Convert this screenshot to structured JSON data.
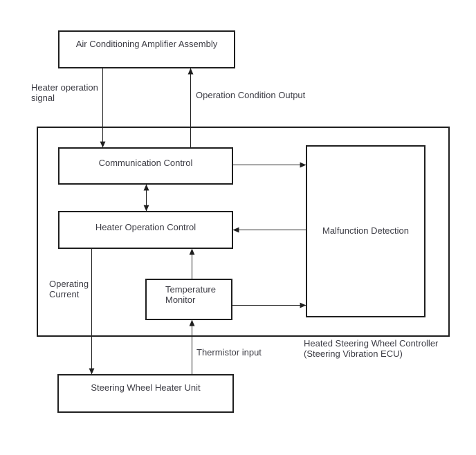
{
  "diagram": {
    "boxes": {
      "air_conditioning_amplifier": {
        "label": "Air Conditioning Amplifier Assembly"
      },
      "communication_control": {
        "label": "Communication Control"
      },
      "heater_operation_control": {
        "label": "Heater Operation Control"
      },
      "malfunction_detection": {
        "label": "Malfunction Detection"
      },
      "temperature_monitor": {
        "label": "Temperature\nMonitor"
      },
      "steering_wheel_heater_unit": {
        "label": "Steering Wheel Heater Unit"
      }
    },
    "labels": {
      "heater_operation_signal": "Heater operation\nsignal",
      "operation_condition_output": "Operation Condition Output",
      "operating_current": "Operating\nCurrent",
      "thermistor_input": "Thermistor input",
      "controller_caption": "Heated Steering Wheel Controller\n(Steering Vibration ECU)"
    },
    "colors": {
      "line": "#1f1f1f",
      "text": "#3c3c44",
      "background": "#ffffff"
    }
  }
}
